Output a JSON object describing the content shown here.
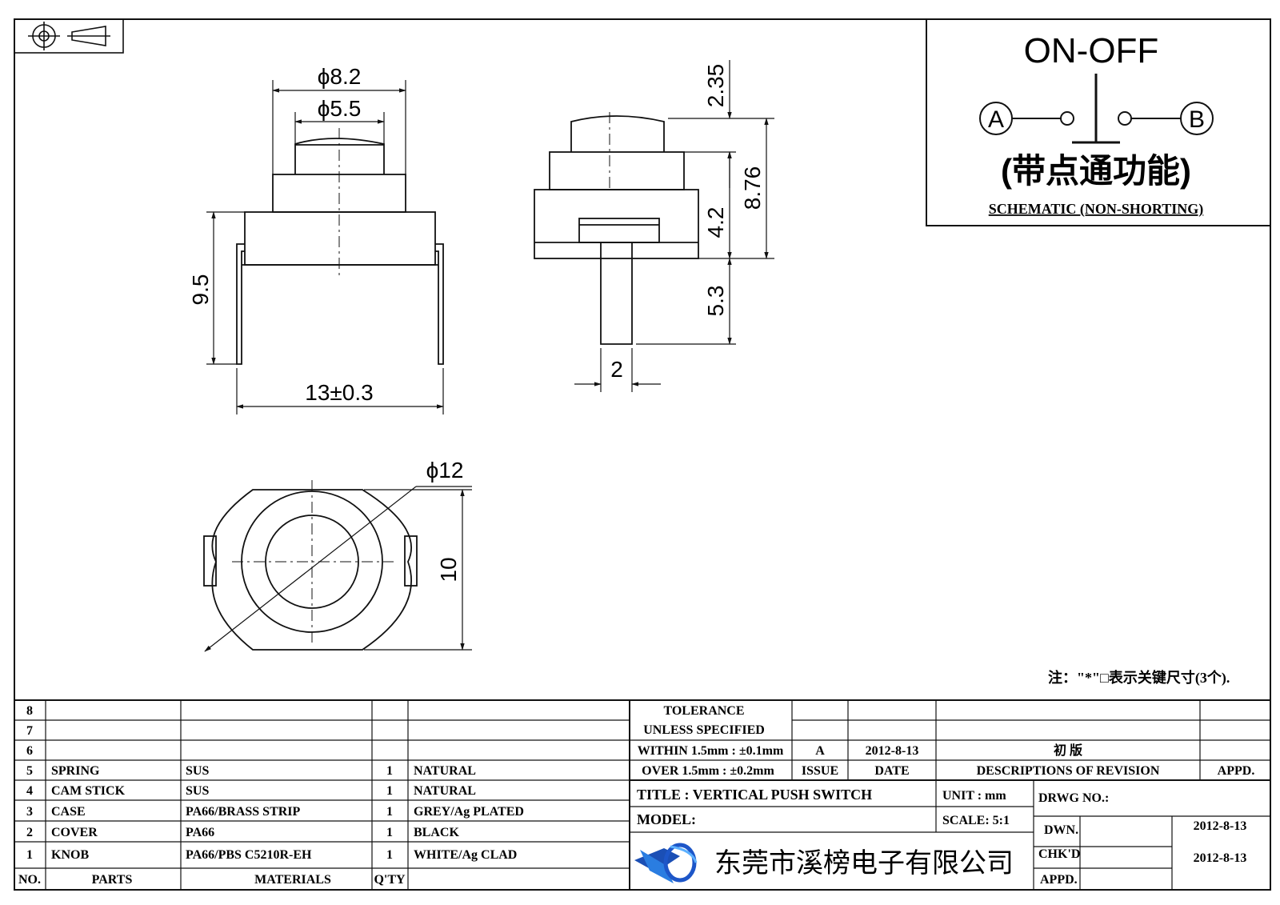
{
  "projection_symbol": {
    "icon": "third-angle-projection-icon"
  },
  "front_view": {
    "dim_outer_dia": "ϕ8.2",
    "dim_inner_dia": "ϕ5.5",
    "dim_height": "9.5",
    "dim_width": "13±0.3"
  },
  "side_view": {
    "dim_top": "2.35",
    "dim_total": "8.76",
    "dim_body": "4.2",
    "dim_stem": "5.3",
    "dim_stem_width": "2"
  },
  "top_view": {
    "dim_dia": "ϕ12",
    "dim_width": "10"
  },
  "schematic": {
    "title": "ON-OFF",
    "terminal_a": "A",
    "terminal_b": "B",
    "note_cn": "(带点通功能)",
    "caption": "SCHEMATIC (NON-SHORTING)"
  },
  "note": "注：\"*\"□表示关键尺寸(3个).",
  "parts_table": {
    "header": {
      "no": "NO.",
      "parts": "PARTS",
      "materials": "MATERIALS",
      "qty": "Q'TY"
    },
    "rows": [
      {
        "no": "8",
        "part": "",
        "material": "",
        "qty": "",
        "finish": ""
      },
      {
        "no": "7",
        "part": "",
        "material": "",
        "qty": "",
        "finish": ""
      },
      {
        "no": "6",
        "part": "",
        "material": "",
        "qty": "",
        "finish": ""
      },
      {
        "no": "5",
        "part": "SPRING",
        "material": "SUS",
        "qty": "1",
        "finish": "NATURAL"
      },
      {
        "no": "4",
        "part": "CAM STICK",
        "material": "SUS",
        "qty": "1",
        "finish": "NATURAL"
      },
      {
        "no": "3",
        "part": "CASE",
        "material": "PA66/BRASS STRIP",
        "qty": "1",
        "finish": "GREY/Ag PLATED"
      },
      {
        "no": "2",
        "part": "COVER",
        "material": "PA66",
        "qty": "1",
        "finish": "BLACK"
      },
      {
        "no": "1",
        "part": "KNOB",
        "material": "PA66/PBS C5210R-EH",
        "qty": "1",
        "finish": "WHITE/Ag CLAD"
      }
    ]
  },
  "title_block": {
    "tolerance_1": "TOLERANCE",
    "tolerance_2": "UNLESS  SPECIFIED",
    "tolerance_3": "WITHIN 1.5mm : ±0.1mm",
    "tolerance_4": "OVER 1.5mm : ±0.2mm",
    "rev_issue": "A",
    "rev_date": "2012-8-13",
    "rev_desc": "初  版",
    "hdr_issue": "ISSUE",
    "hdr_date": "DATE",
    "hdr_desc": "DESCRIPTIONS OF REVISION",
    "hdr_appd": "APPD.",
    "title": "TITLE :  VERTICAL PUSH SWITCH",
    "unit": "UNIT :  mm",
    "drwg_no": "DRWG NO.:",
    "model": "MODEL:",
    "scale": "SCALE:  5:1",
    "dwn": "DWN.",
    "dwn_date": "2012-8-13",
    "chkd": "CHK'D",
    "chkd_date": "2012-8-13",
    "appd": "APPD.",
    "company": "东莞市溪榜电子有限公司",
    "logo": "xb-company-logo-icon"
  }
}
